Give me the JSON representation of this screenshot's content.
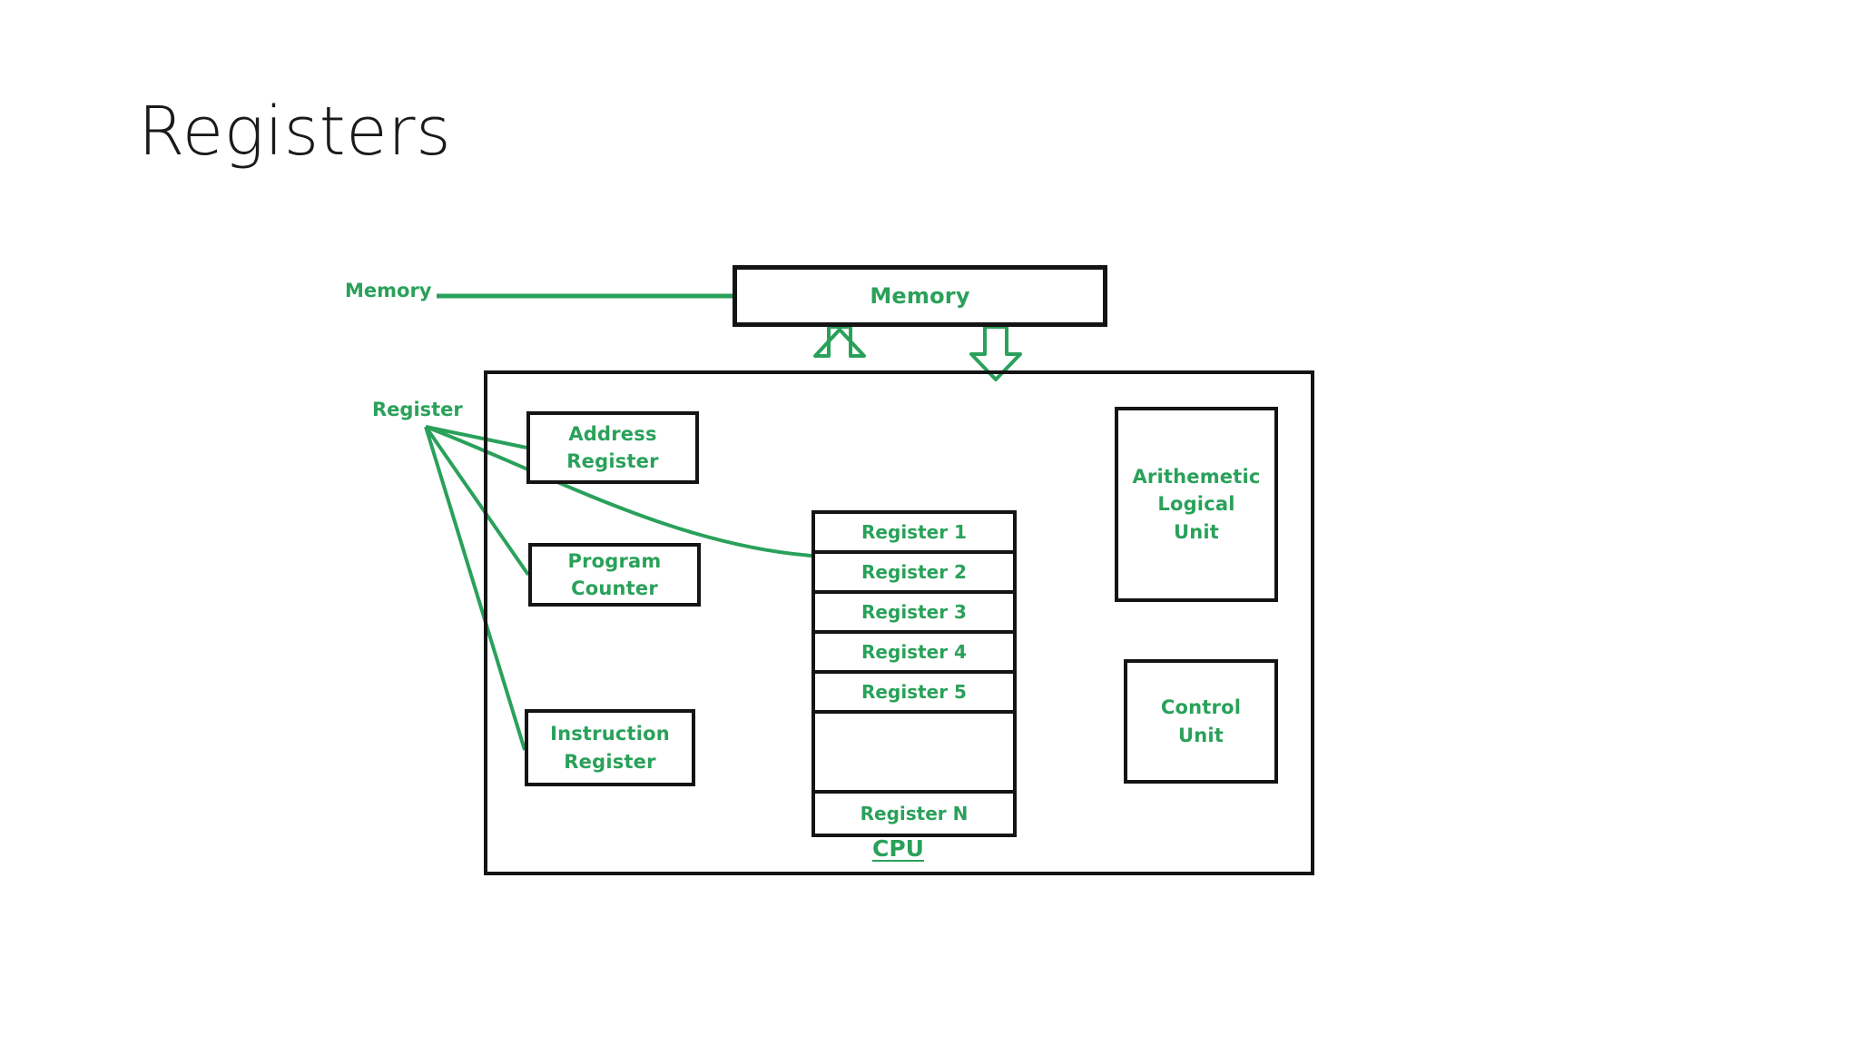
{
  "slide": {
    "title": "Registers"
  },
  "colors": {
    "accent_green": "#2aa15a",
    "outline_black": "#141414",
    "background": "#ffffff",
    "title_text": "#1a1a1a"
  },
  "diagram": {
    "outer_labels": [
      {
        "id": "memory",
        "text": "Memory"
      },
      {
        "id": "register",
        "text": "Register"
      }
    ],
    "memory_box": {
      "label": "Memory"
    },
    "cpu": {
      "caption": "CPU",
      "left_boxes": [
        {
          "id": "address-register",
          "lines": [
            "Address",
            "Register"
          ]
        },
        {
          "id": "program-counter",
          "lines": [
            "Program",
            "Counter"
          ]
        },
        {
          "id": "instruction-register",
          "lines": [
            "Instruction",
            "Register"
          ]
        }
      ],
      "right_boxes": [
        {
          "id": "alu",
          "lines": [
            "Arithemetic",
            "Logical",
            "Unit"
          ]
        },
        {
          "id": "control-unit",
          "lines": [
            "Control",
            "Unit"
          ]
        }
      ],
      "register_stack": [
        {
          "label": "Register 1",
          "empty": false
        },
        {
          "label": "Register 2",
          "empty": false
        },
        {
          "label": "Register 3",
          "empty": false
        },
        {
          "label": "Register 4",
          "empty": false
        },
        {
          "label": "Register 5",
          "empty": false
        },
        {
          "label": "",
          "empty": true
        },
        {
          "label": "Register N",
          "empty": false
        }
      ]
    },
    "arrows": [
      {
        "id": "memory-read-arrow",
        "direction": "up"
      },
      {
        "id": "memory-write-arrow",
        "direction": "down"
      }
    ]
  }
}
